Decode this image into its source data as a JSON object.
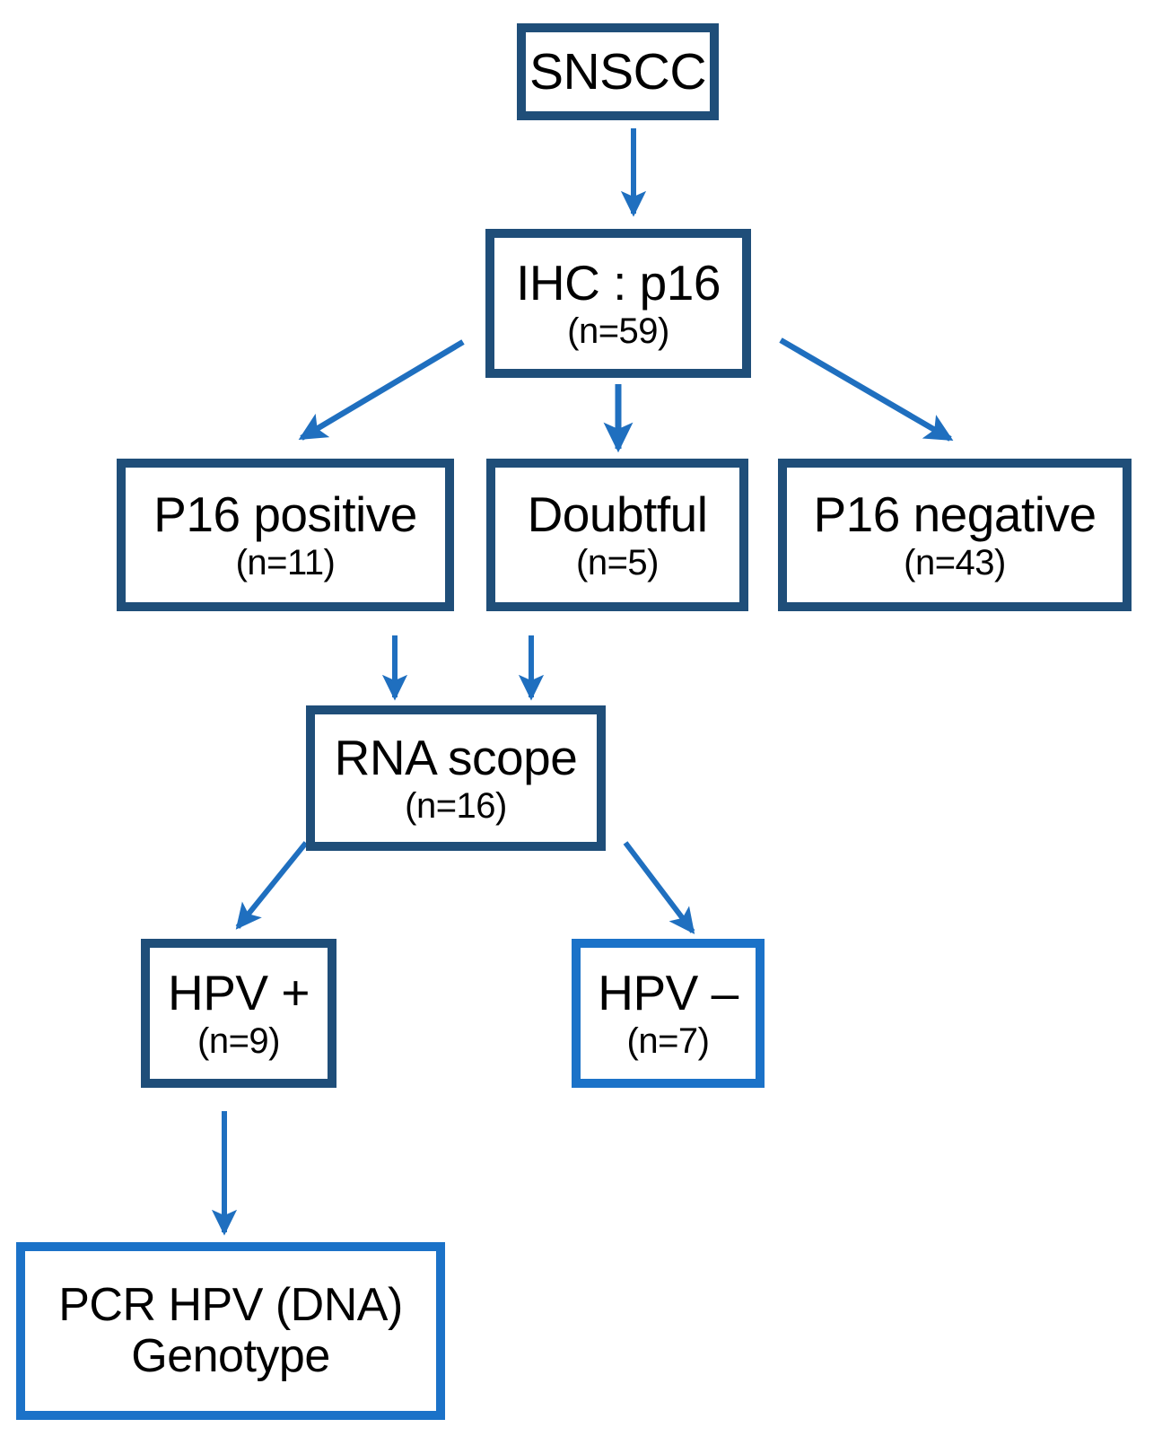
{
  "diagram": {
    "title": "SNSCC HPV testing flowchart",
    "colors": {
      "border_dark_blue": "#1F4E79",
      "border_bright_blue": "#1B72C8",
      "arrow_blue": "#1F6FBF",
      "text": "#000000",
      "background": "#FFFFFF"
    },
    "nodes": [
      {
        "id": "snscc",
        "title": "SNSCC",
        "count": "",
        "border": "dark"
      },
      {
        "id": "ihc",
        "title": "IHC : p16",
        "count": "(n=59)",
        "border": "dark"
      },
      {
        "id": "p16pos",
        "title": "P16 positive",
        "count": "(n=11)",
        "border": "dark"
      },
      {
        "id": "doubtful",
        "title": "Doubtful",
        "count": "(n=5)",
        "border": "dark"
      },
      {
        "id": "p16neg",
        "title": "P16 negative",
        "count": "(n=43)",
        "border": "dark"
      },
      {
        "id": "rnascope",
        "title": "RNA scope",
        "count": "(n=16)",
        "border": "dark"
      },
      {
        "id": "hpvpos",
        "title": "HPV +",
        "count": "(n=9)",
        "border": "dark"
      },
      {
        "id": "hpvneg",
        "title": "HPV –",
        "count": "(n=7)",
        "border": "bright"
      },
      {
        "id": "pcr",
        "title": "PCR HPV (DNA)",
        "subtitle": "Genotype",
        "count": "",
        "border": "bright"
      }
    ],
    "edges": [
      {
        "from": "snscc",
        "to": "ihc",
        "style": "straight-down"
      },
      {
        "from": "ihc",
        "to": "p16pos",
        "style": "diagonal-left"
      },
      {
        "from": "ihc",
        "to": "doubtful",
        "style": "straight-down"
      },
      {
        "from": "ihc",
        "to": "p16neg",
        "style": "diagonal-right"
      },
      {
        "from": "p16pos",
        "to": "rnascope",
        "style": "straight-down"
      },
      {
        "from": "doubtful",
        "to": "rnascope",
        "style": "straight-down"
      },
      {
        "from": "rnascope",
        "to": "hpvpos",
        "style": "diagonal-left"
      },
      {
        "from": "rnascope",
        "to": "hpvneg",
        "style": "diagonal-right"
      },
      {
        "from": "hpvpos",
        "to": "pcr",
        "style": "straight-down"
      }
    ]
  }
}
